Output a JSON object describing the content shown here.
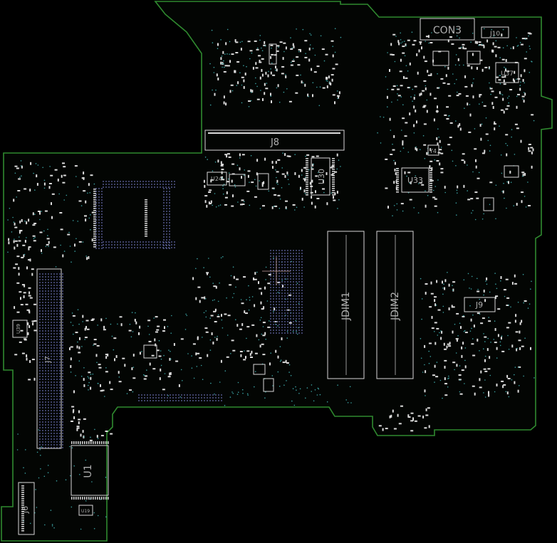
{
  "board": {
    "outline_color": "#2f8a2f",
    "silk_color": "#d8d8d8",
    "via_color": "#3aa0a0"
  },
  "labels": {
    "con3": "CON3",
    "j10": "J10",
    "j8": "J8",
    "j9": "J9",
    "j6": "J6",
    "u1": "U1",
    "u30": "U30",
    "u33": "U33",
    "u37": "U37",
    "u24": "U24",
    "u19": "U19",
    "u39": "U39",
    "y4": "Y4",
    "jdim1": "JDIM1",
    "jdim2": "JDIM2",
    "j7": "J7"
  }
}
